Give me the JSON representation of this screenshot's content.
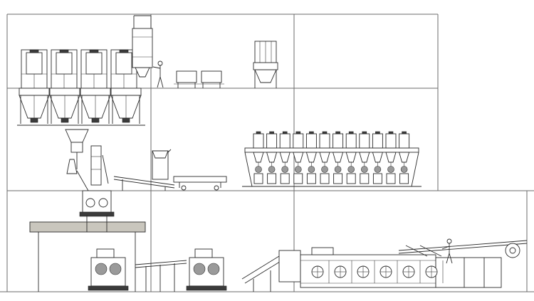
{
  "diagram": {
    "kind": "production-line-elevation-drawing",
    "colors": {
      "line": "#2b2b2b",
      "frame": "#6b6b6b",
      "background": "#ffffff",
      "slab": "#c9c6bd"
    },
    "levels": [
      {
        "id": "level-1-ground"
      },
      {
        "id": "level-2-mixing"
      },
      {
        "id": "level-3-batching"
      },
      {
        "id": "level-4-storage"
      }
    ],
    "equipment": {
      "storage_silos": 4,
      "dosing_hoppers": 4,
      "tablet_press_rows": 12,
      "dryer_windows": 6,
      "packing_stations": 2
    }
  }
}
